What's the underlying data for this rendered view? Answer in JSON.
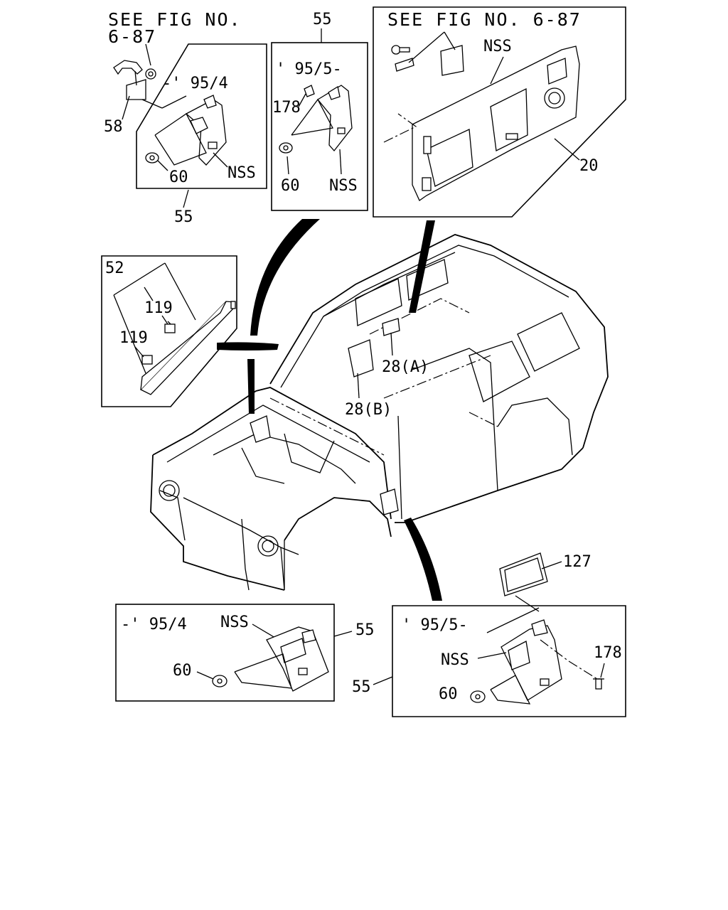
{
  "callouts": {
    "see_fig_left_line1": "SEE FIG NO.",
    "see_fig_left_line2": "6-87",
    "see_fig_right": "SEE FIG NO. 6-87",
    "box1": {
      "range": "-' 95/4",
      "clip": "60",
      "nss": "NSS",
      "part": "55",
      "bolt": "58"
    },
    "box2": {
      "range": "' 95/5-",
      "clip": "60",
      "nss": "NSS",
      "part_top": "55",
      "screw": "178"
    },
    "box3": {
      "nss": "NSS",
      "panel": "20"
    },
    "box4": {
      "pillar": "52",
      "clip_a": "119",
      "clip_b": "119"
    },
    "body": {
      "label_a": "28(A)",
      "label_b": "28(B)"
    },
    "box5": {
      "range": "-' 95/4",
      "nss": "NSS",
      "clip": "60",
      "part": "55"
    },
    "box6": {
      "range": "' 95/5-",
      "nss": "NSS",
      "clip": "60",
      "part": "55",
      "screw": "178",
      "plate": "127"
    }
  }
}
